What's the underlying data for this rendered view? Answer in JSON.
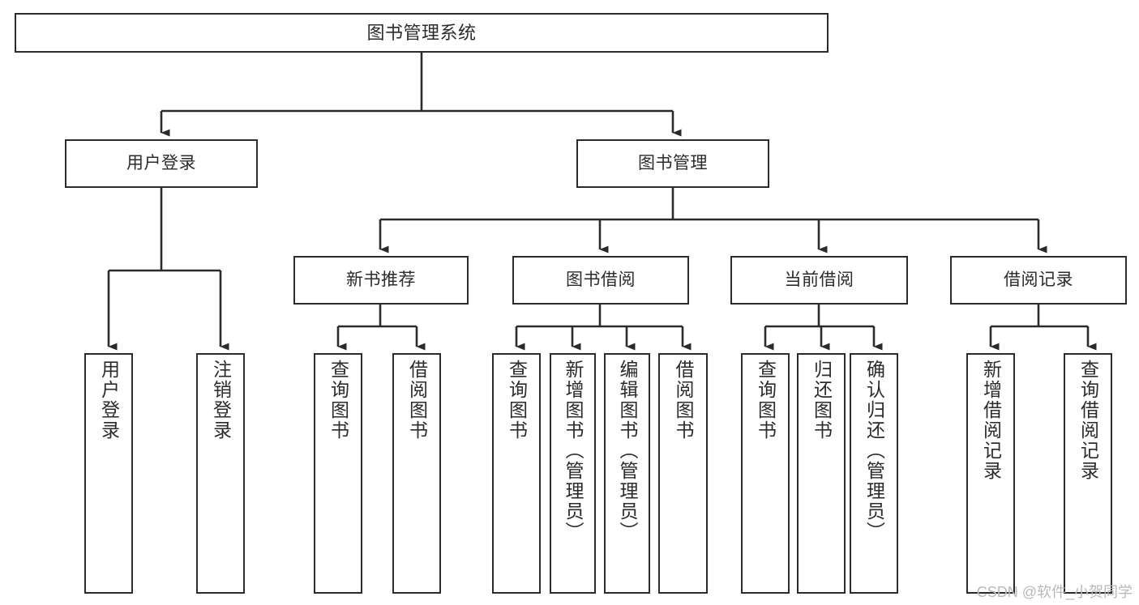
{
  "diagram": {
    "type": "tree-hierarchy-chart",
    "title": "图书管理系统",
    "watermark": "CSDN @软件_小贺同学",
    "colors": {
      "stroke": "#2b2b2b",
      "fill": "#ffffff",
      "background": "#ffffff",
      "watermark": "#b9b9b9"
    },
    "nodes": {
      "root": {
        "label": "图书管理系统",
        "level": 0
      },
      "user_login": {
        "label": "用户登录",
        "level": 1
      },
      "book_mgmt": {
        "label": "图书管理",
        "level": 1
      },
      "new_book_rec": {
        "label": "新书推荐",
        "level": 2
      },
      "book_borrow": {
        "label": "图书借阅",
        "level": 2
      },
      "current_borrow": {
        "label": "当前借阅",
        "level": 2
      },
      "borrow_record": {
        "label": "借阅记录",
        "level": 2
      },
      "leaf_user_login": {
        "label": "用户登录",
        "level": 3
      },
      "leaf_logout": {
        "label": "注销登录",
        "level": 3
      },
      "leaf_query_book_1": {
        "label": "查询图书",
        "level": 3
      },
      "leaf_borrow_book_1": {
        "label": "借阅图书",
        "level": 3
      },
      "leaf_query_book_2": {
        "label": "查询图书",
        "level": 3
      },
      "leaf_add_book": {
        "label": "新增图书（管理员）",
        "level": 3
      },
      "leaf_edit_book": {
        "label": "编辑图书（管理员）",
        "level": 3
      },
      "leaf_borrow_book_2": {
        "label": "借阅图书",
        "level": 3
      },
      "leaf_query_book_3": {
        "label": "查询图书",
        "level": 3
      },
      "leaf_return_book": {
        "label": "归还图书",
        "level": 3
      },
      "leaf_confirm_return": {
        "label": "确认归还（管理员）",
        "level": 3
      },
      "leaf_add_record": {
        "label": "新增借阅记录",
        "level": 3
      },
      "leaf_query_record": {
        "label": "查询借阅记录",
        "level": 3
      }
    },
    "edges": [
      {
        "from": "root",
        "to": "user_login"
      },
      {
        "from": "root",
        "to": "book_mgmt"
      },
      {
        "from": "user_login",
        "to": "leaf_user_login"
      },
      {
        "from": "user_login",
        "to": "leaf_logout"
      },
      {
        "from": "book_mgmt",
        "to": "new_book_rec"
      },
      {
        "from": "book_mgmt",
        "to": "book_borrow"
      },
      {
        "from": "book_mgmt",
        "to": "current_borrow"
      },
      {
        "from": "book_mgmt",
        "to": "borrow_record"
      },
      {
        "from": "new_book_rec",
        "to": "leaf_query_book_1"
      },
      {
        "from": "new_book_rec",
        "to": "leaf_borrow_book_1"
      },
      {
        "from": "book_borrow",
        "to": "leaf_query_book_2"
      },
      {
        "from": "book_borrow",
        "to": "leaf_add_book"
      },
      {
        "from": "book_borrow",
        "to": "leaf_edit_book"
      },
      {
        "from": "book_borrow",
        "to": "leaf_borrow_book_2"
      },
      {
        "from": "current_borrow",
        "to": "leaf_query_book_3"
      },
      {
        "from": "current_borrow",
        "to": "leaf_return_book"
      },
      {
        "from": "current_borrow",
        "to": "leaf_confirm_return"
      },
      {
        "from": "borrow_record",
        "to": "leaf_add_record"
      },
      {
        "from": "borrow_record",
        "to": "leaf_query_record"
      }
    ]
  }
}
